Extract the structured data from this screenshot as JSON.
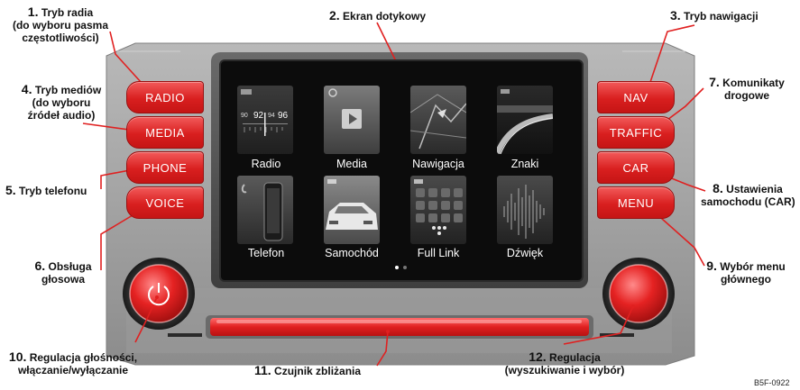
{
  "callouts": {
    "c1": {
      "num": "1.",
      "line1": "Tryb radia",
      "line2": "(do wyboru pasma",
      "line3": "częstotliwości)"
    },
    "c2": {
      "num": "2.",
      "text": "Ekran dotykowy"
    },
    "c3": {
      "num": "3.",
      "text": "Tryb nawigacji"
    },
    "c4": {
      "num": "4.",
      "line1": "Tryb mediów",
      "line2": "(do wyboru",
      "line3": "źródeł audio)"
    },
    "c5": {
      "num": "5.",
      "text": "Tryb telefonu"
    },
    "c6": {
      "num": "6.",
      "line1": "Obsługa",
      "line2": "głosowa"
    },
    "c7": {
      "num": "7.",
      "line1": "Komunikaty",
      "line2": "drogowe"
    },
    "c8": {
      "num": "8.",
      "line1": "Ustawienia",
      "line2": "samochodu (CAR)"
    },
    "c9": {
      "num": "9.",
      "line1": "Wybór menu",
      "line2": "głównego"
    },
    "c10": {
      "num": "10.",
      "line1": "Regulacja głośności,",
      "line2": "włączanie/wyłączanie"
    },
    "c11": {
      "num": "11.",
      "text": "Czujnik zbliżania"
    },
    "c12": {
      "num": "12.",
      "line1": "Regulacja",
      "line2": "(wyszukiwanie i wybór)"
    }
  },
  "hardware_buttons": {
    "radio": "RADIO",
    "media": "MEDIA",
    "phone": "PHONE",
    "voice": "VOICE",
    "nav": "NAV",
    "traffic": "TRAFFIC",
    "car": "CAR",
    "menu": "MENU"
  },
  "screen_tiles": [
    {
      "label": "Radio",
      "icon": "radio-icon"
    },
    {
      "label": "Media",
      "icon": "play-icon"
    },
    {
      "label": "Nawigacja",
      "icon": "map-icon"
    },
    {
      "label": "Znaki",
      "icon": "road-icon"
    },
    {
      "label": "Telefon",
      "icon": "phone-icon"
    },
    {
      "label": "Samochód",
      "icon": "car-icon"
    },
    {
      "label": "Full Link",
      "icon": "apps-grid-icon"
    },
    {
      "label": "Dźwięk",
      "icon": "sound-wave-icon"
    }
  ],
  "radio_frequencies": [
    "90",
    "92",
    "94",
    "96"
  ],
  "page_indicator": {
    "pages": 2,
    "active": 1
  },
  "image_code": "B5F-0922",
  "colors": {
    "accent_red": "#e02020",
    "panel_grey": "#9a9a9a",
    "screen_bg": "#0c0c0c",
    "callout_line": "#e02020"
  }
}
